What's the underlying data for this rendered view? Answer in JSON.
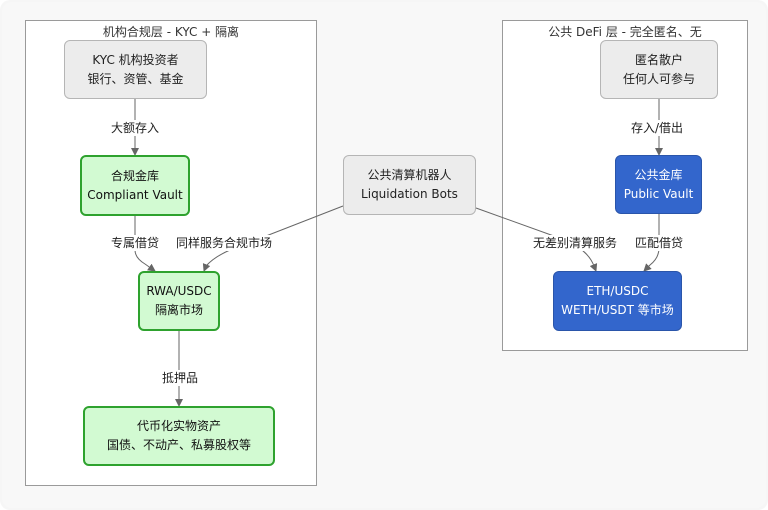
{
  "clusters": {
    "institutional": {
      "title": "机构合规层 - KYC + 隔离"
    },
    "public": {
      "title": "公共 DeFi 层 - 完全匿名、无"
    }
  },
  "nodes": {
    "kyc_investors": {
      "line1": "KYC 机构投资者",
      "line2": "银行、资管、基金"
    },
    "compliant_vault": {
      "line1": "合规金库",
      "line2": "Compliant Vault"
    },
    "rwa_market": {
      "line1": "RWA/USDC",
      "line2": "隔离市场"
    },
    "tokenized_assets": {
      "line1": "代币化实物资产",
      "line2": "国债、不动产、私募股权等"
    },
    "liquidation_bots": {
      "line1": "公共清算机器人",
      "line2": "Liquidation Bots"
    },
    "anon_users": {
      "line1": "匿名散户",
      "line2": "任何人可参与"
    },
    "public_vault": {
      "line1": "公共金库",
      "line2": "Public Vault"
    },
    "public_markets": {
      "line1": "ETH/USDC",
      "line2": "WETH/USDT 等市场"
    }
  },
  "edges": {
    "large_deposit": "大额存入",
    "dedicated_lending": "专属借贷",
    "same_service": "同样服务合规市场",
    "collateral": "抵押品",
    "deposit_borrow": "存入/借出",
    "indiscriminate_liquidation": "无差别清算服务",
    "matched_lending": "匹配借贷"
  },
  "colors": {
    "compliant_fill": "#d2fad2",
    "compliant_border": "#2ea22e",
    "public_fill": "#3366cc",
    "neutral_fill": "#ececec"
  }
}
